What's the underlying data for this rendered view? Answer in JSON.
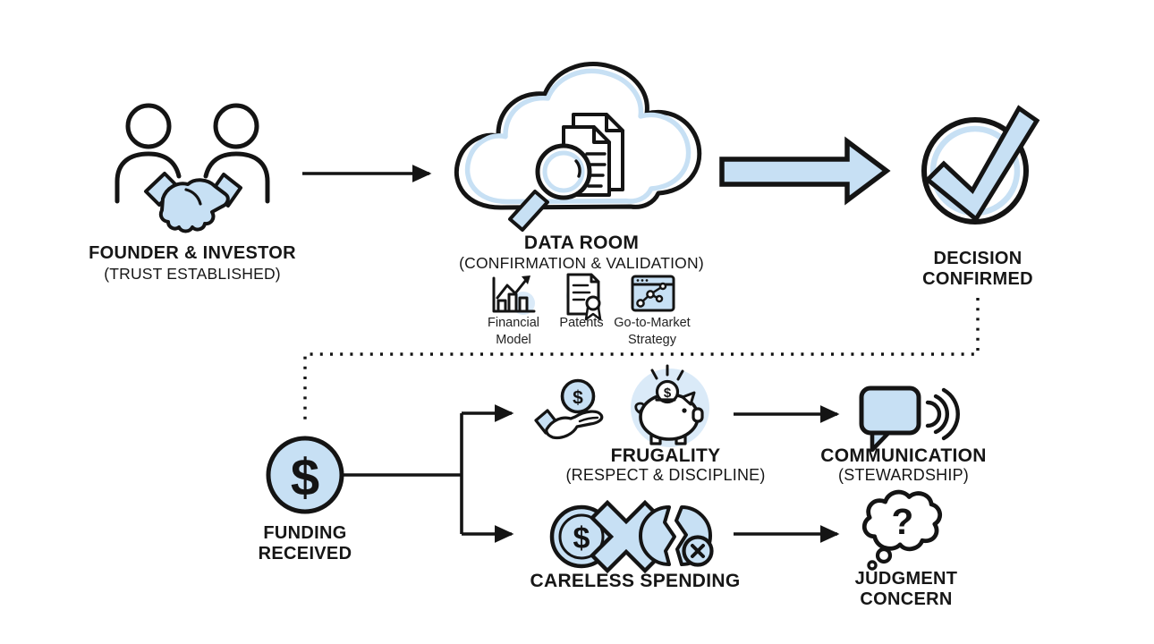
{
  "colors": {
    "background": "#ffffff",
    "accent_fill": "#c7e0f4",
    "accent_soft": "#daeaf8",
    "ink": "#141414"
  },
  "flow": {
    "founder": {
      "title": "FOUNDER & INVESTOR",
      "subtitle": "(TRUST ESTABLISHED)"
    },
    "data_room": {
      "title": "DATA ROOM",
      "subtitle": "(CONFIRMATION & VALIDATION)",
      "documents": [
        {
          "label": "Financial Model",
          "icon": "bar-chart-growth"
        },
        {
          "label": "Patents",
          "icon": "certificate-document"
        },
        {
          "label": "Go-to-Market Strategy",
          "icon": "route-window"
        }
      ]
    },
    "decision": {
      "title": "DECISION CONFIRMED",
      "icon": "check-circle"
    },
    "funding": {
      "title": "FUNDING RECEIVED",
      "icon": "dollar-circle"
    },
    "frugality": {
      "title": "FRUGALITY",
      "subtitle": "(RESPECT & DISCIPLINE)",
      "icons": [
        "hand-coin",
        "piggy-bank"
      ]
    },
    "communication": {
      "title": "COMMUNICATION",
      "subtitle": "(STEWARDSHIP)",
      "icon": "speech-bubble-waves"
    },
    "careless": {
      "title": "CARELESS SPENDING",
      "icons": [
        "coin",
        "cross",
        "broken-coin"
      ]
    },
    "judgment": {
      "title": "JUDGMENT CONCERN",
      "icon": "thought-bubble-question"
    }
  },
  "glyphs": {
    "dollar": "$",
    "question": "?"
  }
}
